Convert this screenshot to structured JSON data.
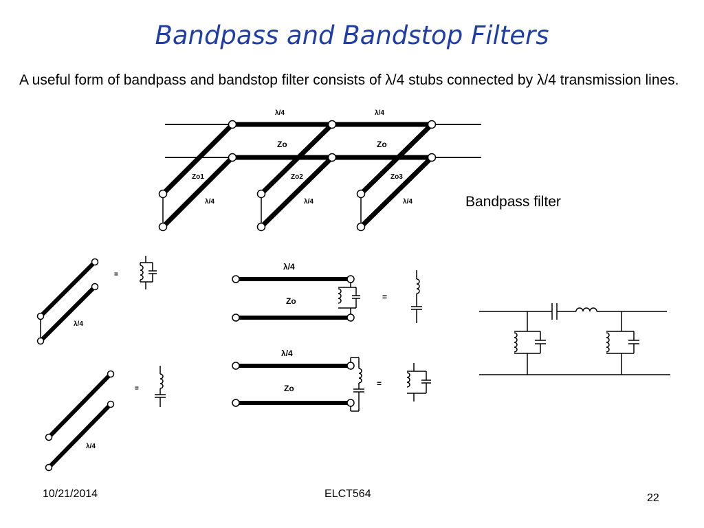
{
  "slide": {
    "title": "Bandpass and Bandstop Filters",
    "intro": "A useful form of bandpass and bandstop filter consists of λ/4 stubs connected by λ/4 transmission lines.",
    "caption": "Bandpass filter",
    "footer": {
      "date": "10/21/2014",
      "course": "ELCT564",
      "page": "22"
    }
  },
  "diagram": {
    "top": {
      "lambda_top_1": "λ/4",
      "lambda_top_2": "λ/4",
      "zo_1": "Zo",
      "zo_2": "Zo",
      "stub_z1": "Zo1",
      "stub_z2": "Zo2",
      "stub_z3": "Zo3",
      "stub_lambda_1": "λ/4",
      "stub_lambda_2": "λ/4",
      "stub_lambda_3": "λ/4"
    },
    "equiv": {
      "shorted_stub_lambda": "λ/4",
      "open_stub_lambda": "λ/4",
      "eq_1": "=",
      "eq_2": "=",
      "line1_lambda": "λ/4",
      "line1_zo": "Zo",
      "line1_eq": "=",
      "line2_lambda": "λ/4",
      "line2_zo": "Zo",
      "line2_eq": "="
    }
  }
}
